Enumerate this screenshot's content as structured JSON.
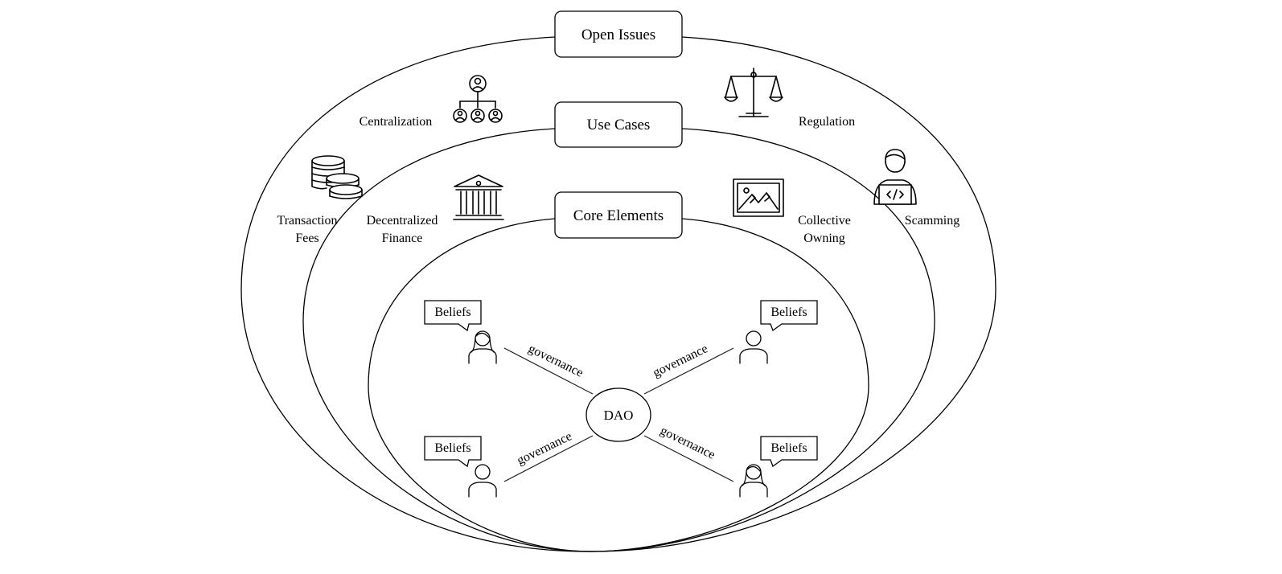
{
  "rings": {
    "open_issues": "Open Issues",
    "use_cases": "Use Cases",
    "core_elements": "Core Elements"
  },
  "open_issues_items": {
    "centralization": "Centralization",
    "regulation": "Regulation",
    "transaction_fees_1": "Transaction",
    "transaction_fees_2": "Fees",
    "scamming": "Scamming"
  },
  "use_case_items": {
    "defi_1": "Decentralized",
    "defi_2": "Finance",
    "collective_1": "Collective",
    "collective_2": "Owning"
  },
  "core": {
    "center": "DAO",
    "belief": "Beliefs",
    "edge": "governance"
  },
  "icons": [
    "org-chart-icon",
    "scales-icon",
    "coins-icon",
    "developer-icon",
    "bank-icon",
    "picture-icon",
    "woman-icon",
    "man-icon"
  ]
}
